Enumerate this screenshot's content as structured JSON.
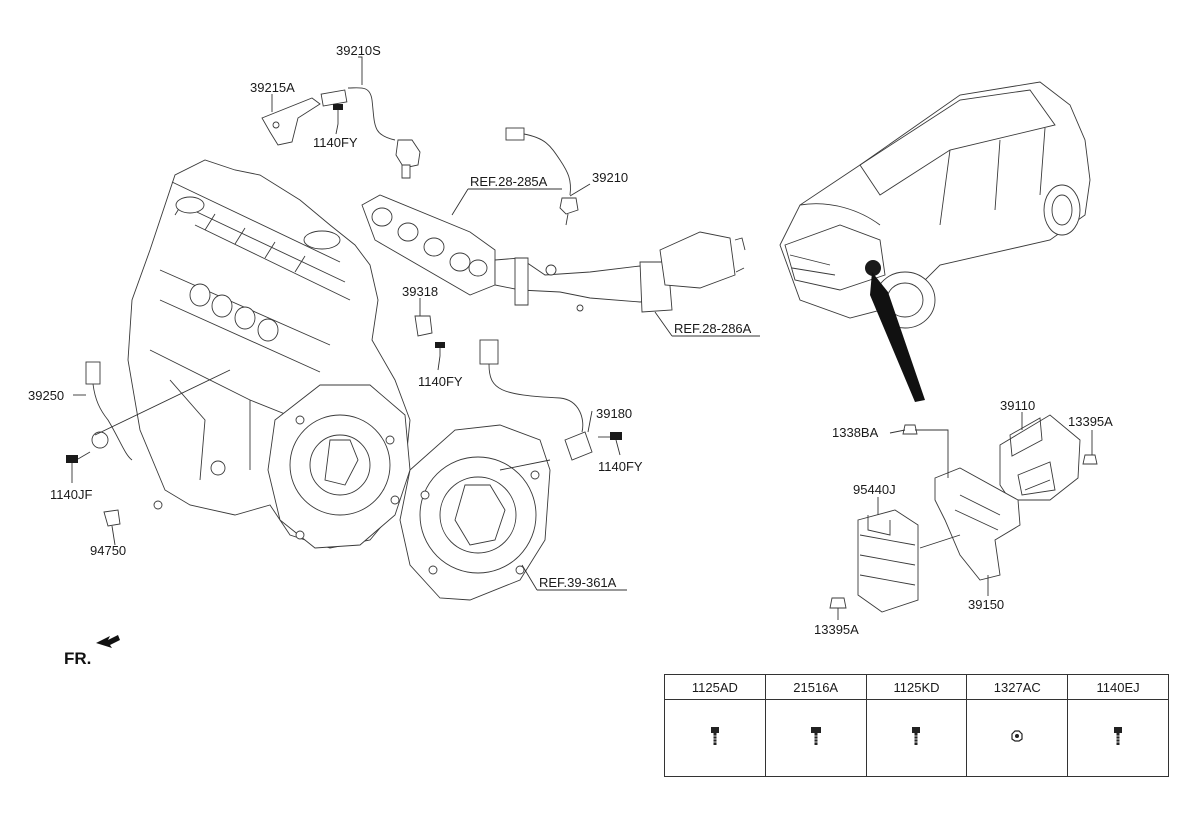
{
  "labels": {
    "p39210S": "39210S",
    "p39215A": "39215A",
    "p1140FY_top": "1140FY",
    "ref28285A": "REF.28-285A",
    "p39210": "39210",
    "p39318": "39318",
    "p1140FY_mid": "1140FY",
    "ref28286A": "REF.28-286A",
    "p39250": "39250",
    "p1140JF": "1140JF",
    "p94750": "94750",
    "p39180": "39180",
    "p1140FY_right": "1140FY",
    "ref39361A": "REF.39-361A",
    "p1338BA": "1338BA",
    "p39110": "39110",
    "p13395A_top": "13395A",
    "p95440J": "95440J",
    "p39150": "39150",
    "p13395A_bottom": "13395A",
    "fr": "FR."
  },
  "parts_table": {
    "headers": [
      "1125AD",
      "21516A",
      "1125KD",
      "1327AC",
      "1140EJ"
    ],
    "icons": [
      "bolt-icon",
      "bolt-icon",
      "bolt-icon",
      "nut-icon",
      "bolt-icon"
    ]
  }
}
